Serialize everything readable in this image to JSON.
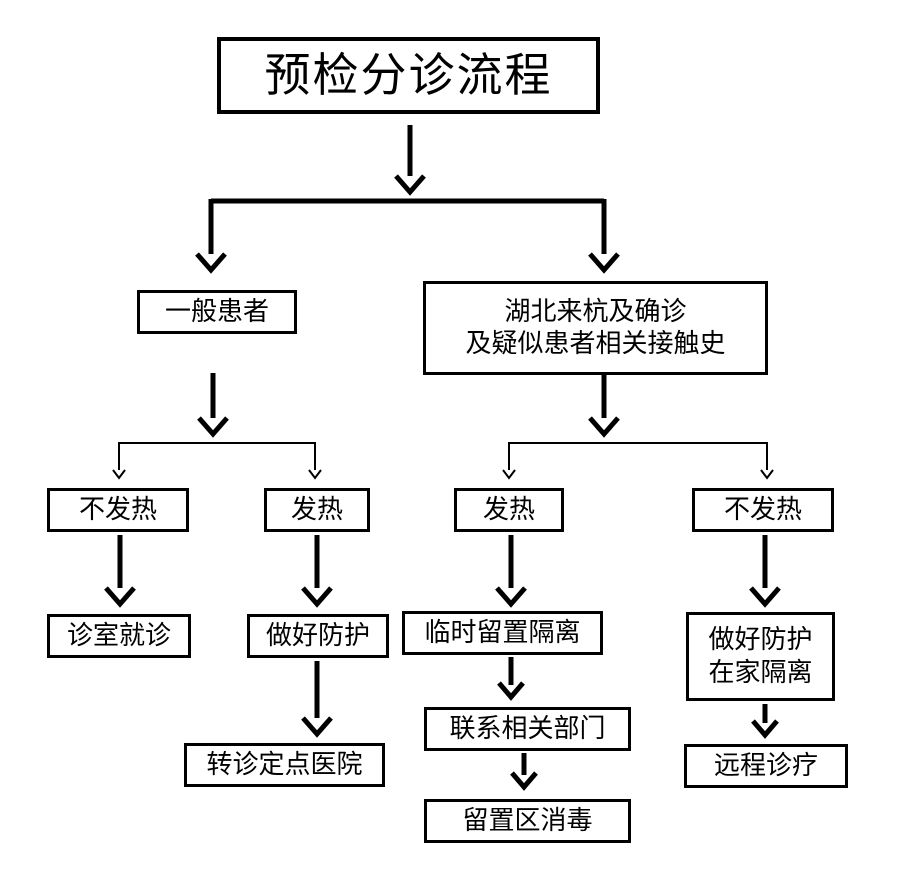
{
  "title": "预检分诊流程",
  "general": "一般患者",
  "contact": [
    "湖北来杭及确诊",
    "及疑似患者相关接触史"
  ],
  "g_nofever": "不发热",
  "g_fever": "发热",
  "c_fever": "发热",
  "c_nofever": "不发热",
  "clinic": "诊室就诊",
  "protect": "做好防护",
  "transfer": "转诊定点医院",
  "isolate": "临时留置隔离",
  "contact_dept": "联系相关部门",
  "disinfect": "留置区消毒",
  "home": [
    "做好防护",
    "在家隔离"
  ],
  "remote": "远程诊疗"
}
